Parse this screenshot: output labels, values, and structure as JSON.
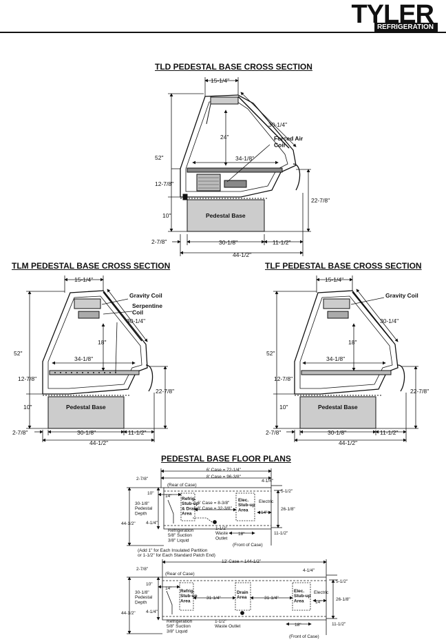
{
  "brand": {
    "name": "TYLER",
    "sub": "REFRIGERATION"
  },
  "tld": {
    "title": "TLD  PEDESTAL BASE CROSS SECTION",
    "dim_top": "15-1/4\"",
    "dim_diag": "30-1/4\"",
    "dim_inner": "24\"",
    "coil_label": "Forced Air\nCoil",
    "dim_shelf": "34-1/8\"",
    "dim_height": "52\"",
    "dim_lower": "12-7/8\"",
    "dim_right": "22-7/8\"",
    "dim_base_h": "10\"",
    "base_label": "Pedestal Base",
    "dim_left": "2-7/8\"",
    "dim_base_w": "30-1/8\"",
    "dim_front": "11-1/2\"",
    "dim_total": "44-1/2\""
  },
  "tlm": {
    "title": "TLM  PEDESTAL BASE CROSS SECTION",
    "dim_top": "15-1/4\"",
    "coil1": "Gravity Coil",
    "coil2": "Serpentine\nCoil",
    "dim_diag": "30-1/4\"",
    "dim_inner": "18\"",
    "dim_shelf": "34-1/8\"",
    "dim_height": "52\"",
    "dim_lower": "12-7/8\"",
    "dim_right": "22-7/8\"",
    "dim_base_h": "10\"",
    "base_label": "Pedestal Base",
    "dim_left": "2-7/8\"",
    "dim_base_w": "30-1/8\"",
    "dim_front": "11-1/2\"",
    "dim_total": "44-1/2\""
  },
  "tlf": {
    "title": "TLF  PEDESTAL BASE CROSS SECTION",
    "dim_top": "15-1/4\"",
    "coil1": "Gravity Coil",
    "dim_diag": "30-1/4\"",
    "dim_inner": "18\"",
    "dim_shelf": "34-1/8\"",
    "dim_height": "52\"",
    "dim_lower": "12-7/8\"",
    "dim_right": "22-7/8\"",
    "dim_base_h": "10\"",
    "base_label": "Pedestal Base",
    "dim_left": "2-7/8\"",
    "dim_base_w": "30-1/8\"",
    "dim_front": "11-1/2\"",
    "dim_total": "44-1/2\""
  },
  "plans": {
    "title": "PEDESTAL BASE FLOOR PLANS",
    "p1": {
      "case6": "6' Case = 72-1/4\"",
      "case8": "8' Case = 96-3/8\"",
      "rear": "(Rear of Case)",
      "dim_287": "2-7/8\"",
      "dim_414": "4-1/4\"",
      "dim_512": "5-1/2\"",
      "dim_10": "10\"",
      "dim_14a": "14\"",
      "depth": "30-1/8\"\nPedestal\nDepth",
      "stub_refrig": "Refrig.\nStub-up\n& Drain\nArea",
      "mid6": "6' Case = 8-3/8\"",
      "mid8": "8' Case = 32-3/8\"",
      "stub_elec": "Elec.\nStub-up\nArea",
      "electric": "Electric",
      "dim_14b": "14\"",
      "dim_2618": "26-1/8\"",
      "dim_4412": "44-1/2\"",
      "dim_414b": "4-1/4\"",
      "drain": "1-1/2\"\nWaste\nOutlet",
      "dim_18": "18\"",
      "refrig": "Refrigeration\n5/8\" Suction\n3/8\" Liquid",
      "dim_1112": "11-1/2\"",
      "front": "(Front of Case)",
      "note": "(Add 1\" for Each Insulated Partition\nor 1-1/2\" for Each Standard Patch End)"
    },
    "p2": {
      "case12": "12' Case = 144-1/2\"",
      "rear": "(Rear of Case)",
      "dim_287": "2-7/8\"",
      "dim_414": "4-1/4\"",
      "dim_512": "5-1/2\"",
      "dim_10": "10\"",
      "dim_14a": "14\"",
      "depth": "30-1/8\"\nPedestal\nDepth",
      "stub_refrig": "Refrig.\nStub-up\nArea",
      "dim_3114a": "31-1/4\"",
      "drain_area": "Drain\nArea",
      "dim_3114b": "31-1/4\"",
      "stub_elec": "Elec.\nStub-up\nArea",
      "electric": "Electric",
      "dim_14b": "14\"",
      "dim_2618": "26-1/8\"",
      "dim_4412": "44-1/2\"",
      "dim_414b": "4-1/4\"",
      "refrig": "Refrigeration\n5/8\" Suction\n3/8\" Liquid",
      "drain": "1-1/2\"\nWaste Outlet",
      "dim_18": "18\"",
      "dim_1112": "11-1/2\"",
      "front": "(Front of Case)"
    }
  }
}
